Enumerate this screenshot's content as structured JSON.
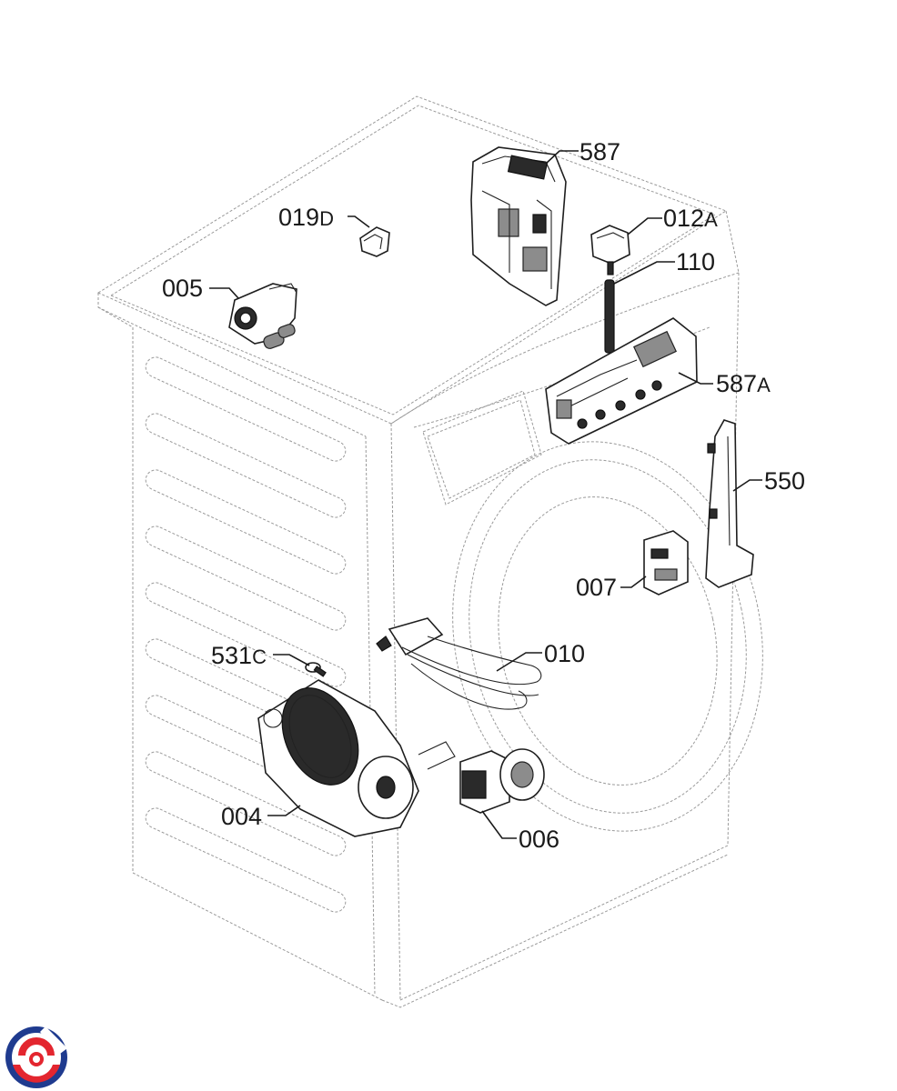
{
  "diagram": {
    "callouts": [
      {
        "id": "587",
        "code": "587",
        "suffix": ""
      },
      {
        "id": "019D",
        "code": "019",
        "suffix": "D"
      },
      {
        "id": "012A",
        "code": "012",
        "suffix": "A"
      },
      {
        "id": "110",
        "code": "110",
        "suffix": ""
      },
      {
        "id": "005",
        "code": "005",
        "suffix": ""
      },
      {
        "id": "587A",
        "code": "587",
        "suffix": "A"
      },
      {
        "id": "550",
        "code": "550",
        "suffix": ""
      },
      {
        "id": "007",
        "code": "007",
        "suffix": ""
      },
      {
        "id": "010",
        "code": "010",
        "suffix": ""
      },
      {
        "id": "531C",
        "code": "531",
        "suffix": "C"
      },
      {
        "id": "004",
        "code": "004",
        "suffix": ""
      },
      {
        "id": "006",
        "code": "006",
        "suffix": ""
      }
    ]
  },
  "logo": {
    "icon": "brand-logo-icon",
    "colors": {
      "blue": "#1f3b8f",
      "red": "#e3262f"
    }
  }
}
